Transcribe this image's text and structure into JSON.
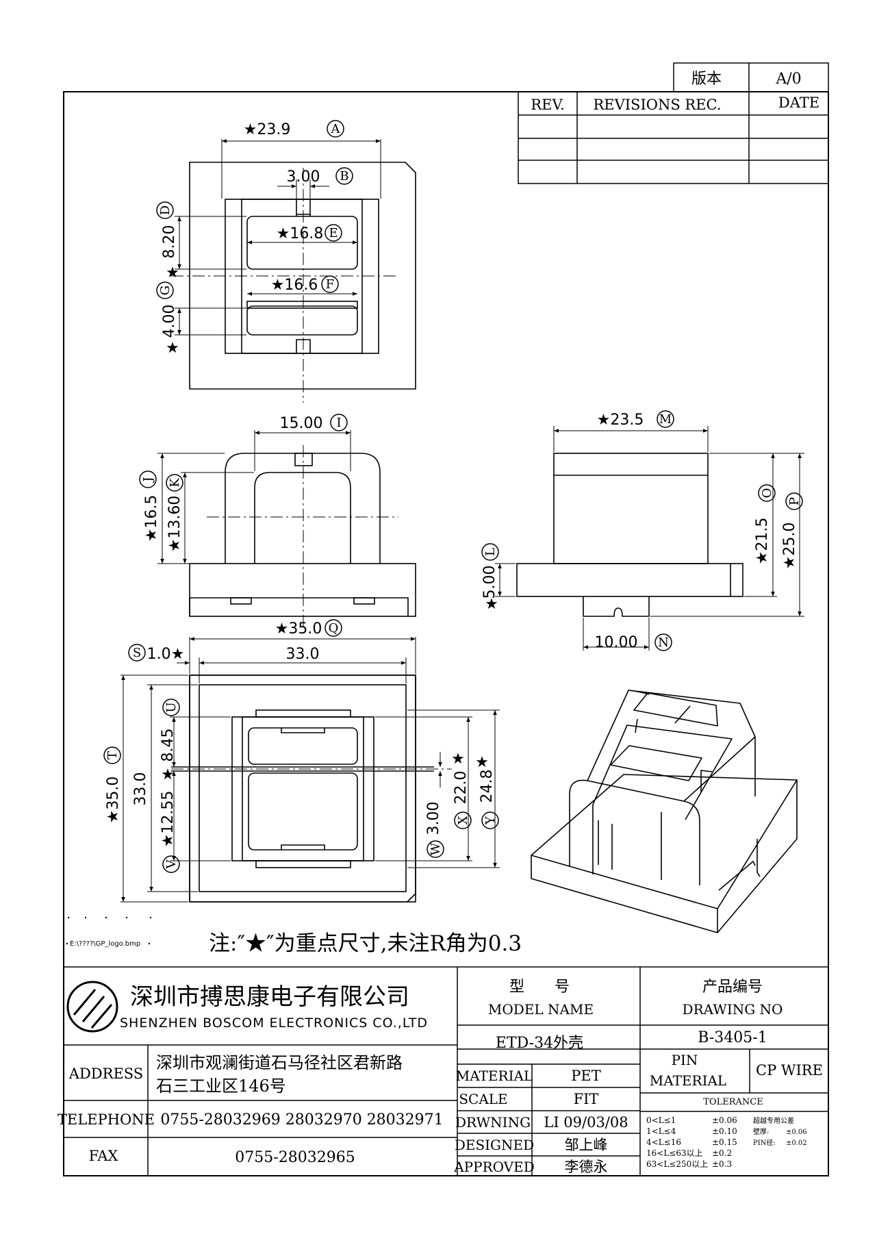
{
  "revision_box": {
    "version_label": "版本",
    "version_value": "A/0",
    "rev_header": "REV.",
    "revisions_header": "REVISIONS REC.",
    "date_header": "DATE"
  },
  "dimensions": {
    "A": "★23.9",
    "B": "3.00",
    "D": "8.20",
    "D_star": "★",
    "E": "★16.8",
    "F": "★16.6",
    "G": "4.00",
    "G_star": "★",
    "I": "15.00",
    "J": "★16.5",
    "K": "★13.60",
    "M": "★23.5",
    "O": "★21.5",
    "P": "★25.0",
    "L": "5.00",
    "L_star": "★",
    "N": "10.00",
    "Q": "★35.0",
    "S": "1.0★",
    "inner_width": "33.0",
    "T": "★35.0",
    "inner_height": "33.0",
    "U": "8.45",
    "U_star": "★",
    "V": "★12.55",
    "W": "3.00",
    "X": "22.0",
    "X_star": "★",
    "Y": "24.8",
    "Y_star": "★"
  },
  "dimension_markers": [
    "A",
    "B",
    "D",
    "E",
    "F",
    "G",
    "I",
    "J",
    "K",
    "M",
    "O",
    "P",
    "L",
    "N",
    "Q",
    "S",
    "T",
    "U",
    "V",
    "W",
    "X",
    "Y"
  ],
  "file_reference": "E:\\????\\GP_logo.bmp",
  "note": "注:″★″为重点尺寸,未注R角为0.3",
  "company": {
    "name_cn": "深圳市搏思康电子有限公司",
    "name_en": "SHENZHEN BOSCOM ELECTRONICS CO.,LTD",
    "address_label": "ADDRESS",
    "address_line1": "深圳市观澜街道石马径社区君新路",
    "address_line2": "石三工业区146号",
    "telephone_label": "TELEPHONE",
    "telephone": "0755-28032969 28032970 28032971",
    "fax_label": "FAX",
    "fax": "0755-28032965"
  },
  "title_block": {
    "model_name_cn": "型　　号",
    "model_name_en": "MODEL NAME",
    "model_value": "ETD-34外壳",
    "drawing_no_cn": "产品编号",
    "drawing_no_en": "DRAWING NO",
    "drawing_no_value": "B-3405-1",
    "material_label": "MATERIAL",
    "material_value": "PET",
    "scale_label": "SCALE",
    "scale_value": "FIT",
    "drawing_label": "DRWNING",
    "drawing_value": "LI 09/03/08",
    "designed_label": "DESIGNED",
    "designed_value": "邹上峰",
    "approved_label": "APPROVED",
    "approved_value": "李德永",
    "pin_material_label1": "PIN",
    "pin_material_label2": "MATERIAL",
    "pin_material_value": "CP WIRE",
    "tolerance_label": "TOLERANCE",
    "tolerance_rows": [
      {
        "range": "0<L≤1",
        "value": "±0.06"
      },
      {
        "range": "1<L≤4",
        "value": "±0.10"
      },
      {
        "range": "4<L≤16",
        "value": "±0.15"
      },
      {
        "range": "16<L≤63以上",
        "value": "±0.2"
      },
      {
        "range": "63<L≤250以上",
        "value": "±0.3"
      }
    ],
    "special_tolerance_title": "超越专用公差",
    "special_tolerance_rows": [
      {
        "label": "壁厚:",
        "value": "±0.06"
      },
      {
        "label": "PIN径:",
        "value": "±0.02"
      }
    ]
  }
}
